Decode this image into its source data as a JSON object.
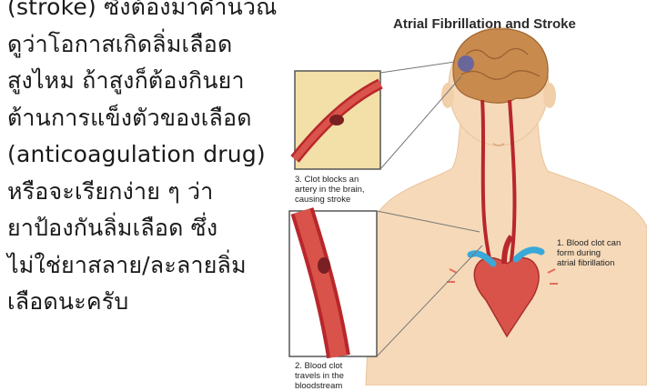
{
  "paragraph": {
    "lines": [
      "",
      "(stroke) ซึ่งต้องมาคำนวณ",
      "ดูว่าโอกาสเกิดลิ่มเลือด",
      "สูงไหม ถ้าสูงก็ต้องกินยา",
      "ต้านการแข็งตัวของเลือด",
      "(anticoagulation drug)",
      "หรือจะเรียกง่าย ๆ ว่า",
      "ยาป้องกันลิ่มเลือด ซึ่ง",
      "ไม่ใช่ยาสลาย/ละลายลิ่ม",
      "เลือดนะครับ"
    ]
  },
  "figure": {
    "title": "Atrial Fibrillation and Stroke",
    "caption_1": "1. Blood clot can\nform during\natrial fibrillation",
    "caption_2": "2. Blood clot\ntravels in the\nbloodstream",
    "caption_3": "3. Clot blocks an\nartery in the brain,\ncausing stroke"
  },
  "colors": {
    "skin": "#f6d9b8",
    "brain": "#c98a4e",
    "artery": "#b8272b",
    "vein": "#3aa8d8",
    "inset_bg": "#f3dfa8"
  }
}
